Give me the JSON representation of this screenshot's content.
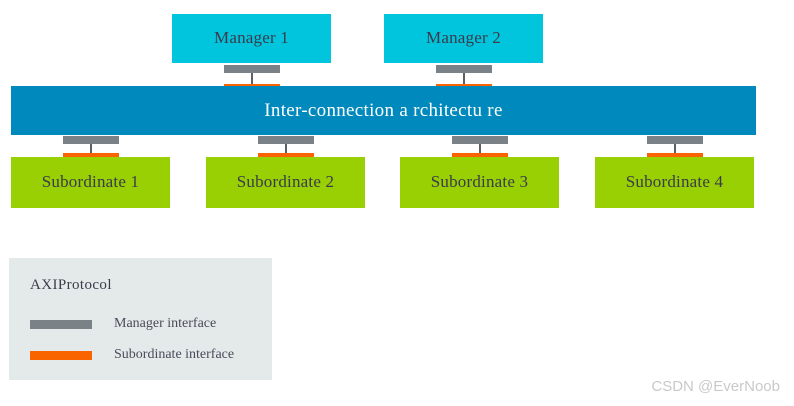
{
  "diagram": {
    "title": "Inter-connection a  rchitectu re",
    "managers": [
      {
        "label": "Manager 1"
      },
      {
        "label": "Manager 2"
      }
    ],
    "subordinates": [
      {
        "label": "Subordinate 1"
      },
      {
        "label": "Subordinate 2"
      },
      {
        "label": "Subordinate 3"
      },
      {
        "label": "Subordinate 4"
      }
    ]
  },
  "legend": {
    "title": "AXIProtocol",
    "items": [
      {
        "label": "Manager interface",
        "color": "#7b8287",
        "icon": "manager-interface-swatch"
      },
      {
        "label": "Subordinate interface",
        "color": "#fa6400",
        "icon": "subordinate-interface-swatch"
      }
    ]
  },
  "watermark": {
    "text": "CSDN @EverNoob"
  },
  "colors": {
    "manager_block": "#00c5dc",
    "interconnect_block": "#0089bc",
    "subordinate_block": "#98d004",
    "manager_interface": "#7b8287",
    "subordinate_interface": "#fa6400",
    "legend_background": "#e4eae9",
    "text_dark": "#3b3b4b",
    "text_light": "#ffffff",
    "page_background": "#ffffff"
  }
}
